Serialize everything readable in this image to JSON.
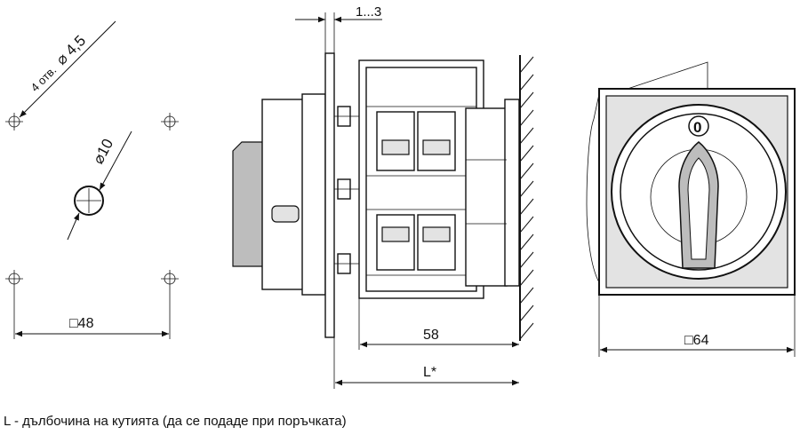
{
  "front_panel": {
    "holes_label": "4 отв.",
    "holes_diameter": "⌀ 4,5",
    "center_diameter": "⌀10",
    "square_size": "□48"
  },
  "side_view": {
    "panel_thickness": "1...3",
    "depth_label": "58",
    "total_depth_label": "L*"
  },
  "knob_view": {
    "position_label": "0",
    "square_size": "□64"
  },
  "footnote": "L - дълбочина на кутията (да се подаде при поръчката)"
}
